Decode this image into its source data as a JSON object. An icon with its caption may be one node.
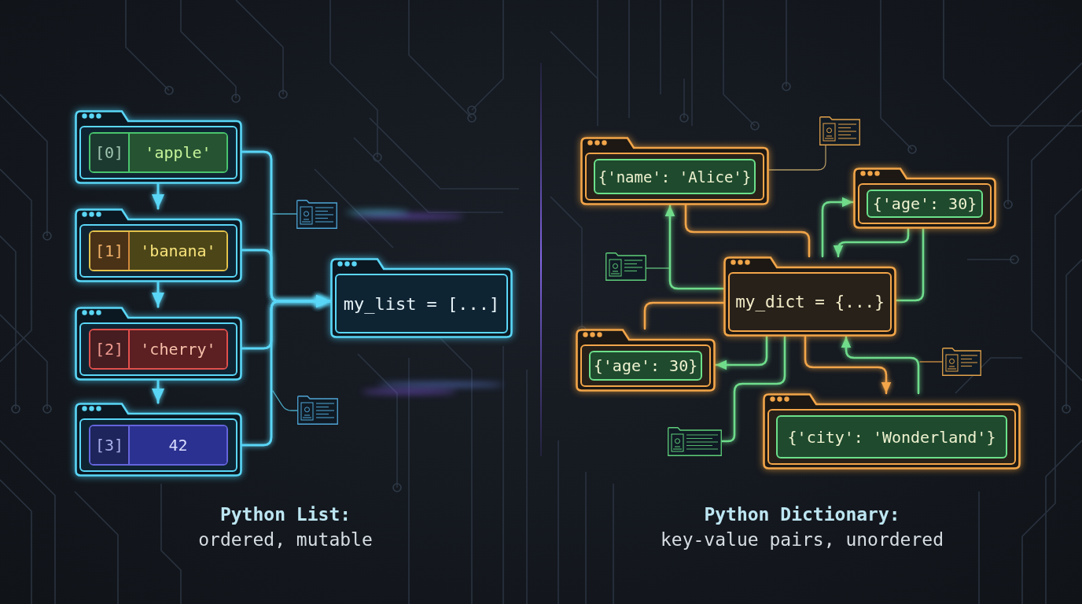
{
  "diagram": {
    "nodes": [
      {
        "text": [
          "[0]",
          "'apple'"
        ]
      },
      {
        "text": [
          "[1]",
          "'banana'"
        ]
      },
      {
        "text": [
          "[2]",
          "'cherry'"
        ]
      },
      {
        "text": [
          "[3]",
          "42"
        ]
      },
      {
        "text": [
          "my_list = [...]"
        ]
      },
      {
        "text": [],
        "shape": "picture"
      },
      {
        "text": [],
        "shape": "picture"
      },
      {
        "text": [],
        "shape": "picture"
      },
      {
        "text": [
          "{'name': 'Alice'}"
        ]
      },
      {
        "text": [
          "{'age': 30}"
        ]
      },
      {
        "text": [],
        "shape": "picture"
      },
      {
        "text": [
          "my_dict = {...}"
        ]
      },
      {
        "text": [
          "{'age': 30}"
        ]
      },
      {
        "text": [],
        "shape": "picture"
      },
      {
        "text": [],
        "shape": "picture"
      },
      {
        "text": [
          "{'city': 'Wonderland'}"
        ]
      }
    ],
    "edges": [
      {
        "from": 0,
        "to": 1,
        "arrow": "to"
      },
      {
        "from": 1,
        "to": 2,
        "arrow": "to"
      },
      {
        "from": 2,
        "to": 3,
        "arrow": "to"
      },
      {
        "from": 0,
        "to": 4,
        "arrow": "to"
      },
      {
        "from": 1,
        "to": 4,
        "arrow": "to"
      },
      {
        "from": 2,
        "to": 4,
        "arrow": "to"
      },
      {
        "from": 3,
        "to": 4,
        "arrow": "to"
      },
      {
        "from": null,
        "to": 5,
        "arrow": "none"
      },
      {
        "from": null,
        "to": 6,
        "arrow": "none"
      },
      {
        "from": 8,
        "to": 7,
        "arrow": "none",
        "color": "#e6c37a"
      },
      {
        "from": 11,
        "to": 8,
        "arrow": "to",
        "color": "#6fdc8c"
      },
      {
        "from": 8,
        "to": 11,
        "arrow": "none",
        "color": "#f2a549"
      },
      {
        "from": 11,
        "to": 9,
        "arrow": "to",
        "color": "#6fdc8c"
      },
      {
        "from": 9,
        "to": 11,
        "arrow": "to",
        "color": "#6fdc8c"
      },
      {
        "from": 9,
        "to": 11,
        "arrow": "none",
        "color": "#6fdc8c"
      },
      {
        "from": null,
        "to": 10,
        "arrow": "none",
        "color": "#6fdc8c"
      },
      {
        "from": 11,
        "to": 12,
        "arrow": "none",
        "color": "#f2a549"
      },
      {
        "from": 11,
        "to": 12,
        "arrow": "to",
        "color": "#6fdc8c"
      },
      {
        "from": 11,
        "to": 14,
        "arrow": "none",
        "color": "#6fdc8c"
      },
      {
        "from": 11,
        "to": 15,
        "arrow": "to",
        "color": "#f2a549"
      },
      {
        "from": 15,
        "to": 11,
        "arrow": "to",
        "color": "#6fdc8c"
      },
      {
        "from": null,
        "to": 13,
        "arrow": "none",
        "color": "#f2a549"
      }
    ],
    "labels": [
      "Python List:",
      "ordered, mutable",
      "Python Dictionary:",
      "key-value pairs, unordered"
    ]
  }
}
